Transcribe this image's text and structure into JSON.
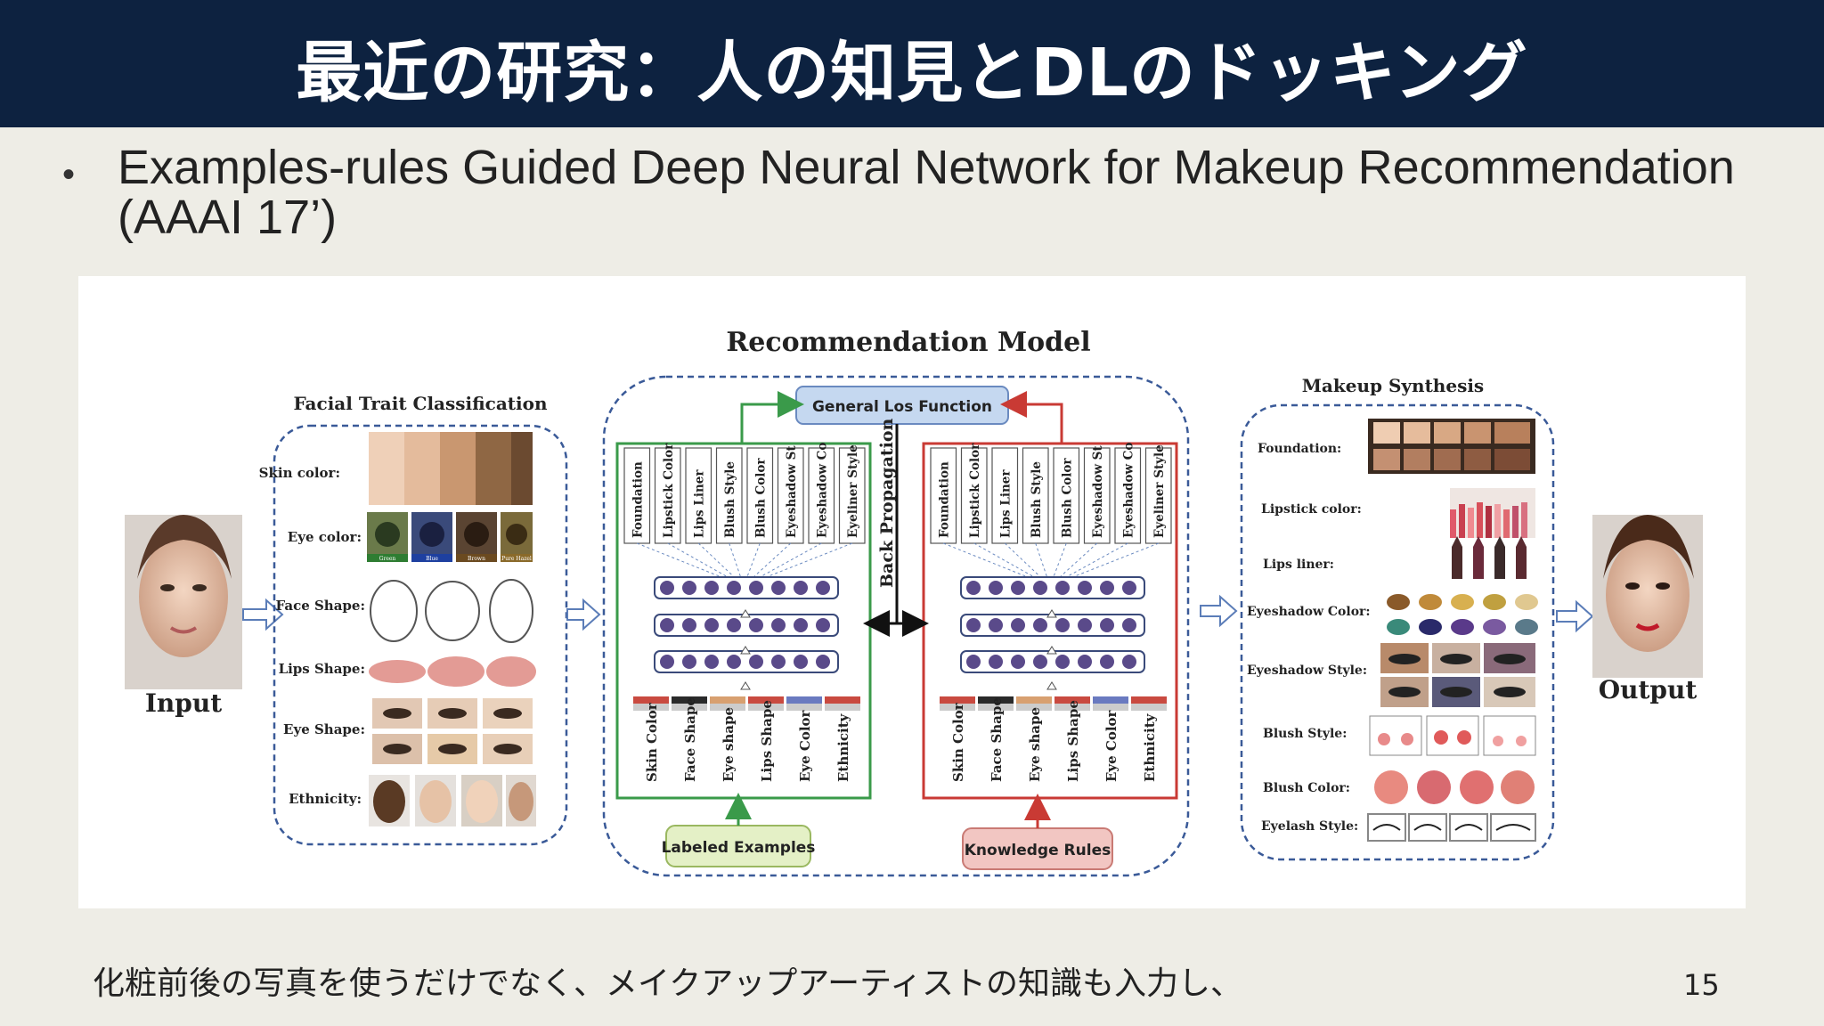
{
  "slide": {
    "title": "最近の研究：人の知見とDLのドッキング",
    "bullet": "Examples-rules Guided Deep Neural Network for Makeup Recommendation (AAAI 17’)",
    "footer_text": "化粧前後の写真を使うだけでなく、メイクアップアーティストの知識も入力し、",
    "page_number": "15"
  },
  "figure": {
    "input_label": "Input",
    "output_label": "Output",
    "facial_trait": {
      "title": "Facial Trait Classification",
      "rows": [
        "Skin color:",
        "Eye color:",
        "Face Shape:",
        "Lips Shape:",
        "Eye Shape:",
        "Ethnicity:"
      ],
      "eye_color_swatches": [
        "Green",
        "Blue",
        "Brown",
        "Pure Hazel"
      ]
    },
    "model": {
      "title": "Recommendation Model",
      "loss_box": "General Los Function",
      "back_prop": "Back Propagation",
      "outputs": [
        "Foundation",
        "Lipstick Color",
        "Lips Liner",
        "Blush Style",
        "Blush Color",
        "Eyeshadow St",
        "Eyeshadow Co",
        "Eyeliner Style"
      ],
      "inputs": [
        "Skin Color",
        "Face Shape",
        "Eye shape",
        "Lips Shape",
        "Eye Color",
        "Ethnicity"
      ],
      "left_source": "Labeled Examples",
      "right_source": "Knowledge Rules"
    },
    "synthesis": {
      "title": "Makeup Synthesis",
      "rows": [
        "Foundation:",
        "Lipstick color:",
        "Lips liner:",
        "Eyeshadow Color:",
        "Eyeshadow Style:",
        "Blush Style:",
        "Blush Color:",
        "Eyelash Style:"
      ]
    }
  }
}
